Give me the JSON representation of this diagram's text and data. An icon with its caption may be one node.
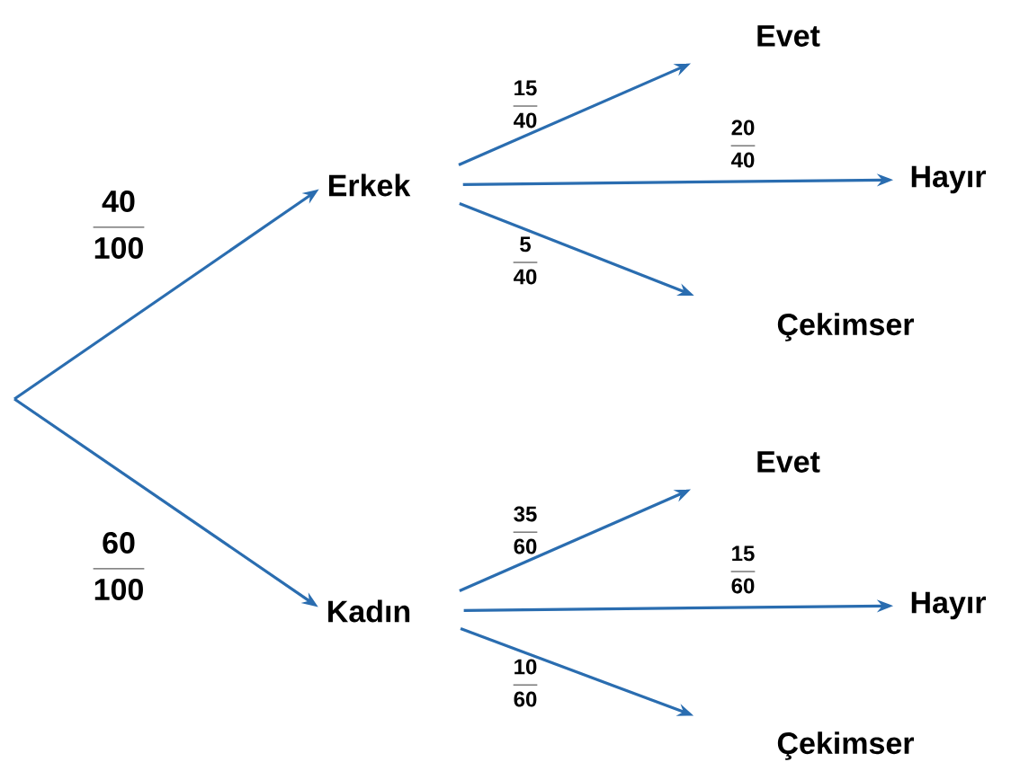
{
  "diagram": {
    "nodes": [
      {
        "text": [
          "Erkek"
        ]
      },
      {
        "text": [
          "Kadın"
        ]
      },
      {
        "text": [
          "Evet"
        ]
      },
      {
        "text": [
          "Hayır"
        ]
      },
      {
        "text": [
          "Çekimser"
        ]
      },
      {
        "text": [
          "Evet"
        ]
      },
      {
        "text": [
          "Hayır"
        ]
      },
      {
        "text": [
          "Çekimser"
        ]
      }
    ],
    "edges": [
      {
        "from": null,
        "to": 0,
        "arrow": "to",
        "label": "\\frac{\\textbf{40}}{\\textbf{100}}"
      },
      {
        "from": null,
        "to": 1,
        "arrow": "to",
        "label": "\\frac{\\textbf{60}}{\\textbf{100}}"
      },
      {
        "from": 0,
        "to": 2,
        "arrow": "to",
        "label": "\\frac{\\textbf{15}}{\\textbf{40}}"
      },
      {
        "from": 0,
        "to": 3,
        "arrow": "to",
        "label": "\\frac{\\textbf{20}}{\\textbf{40}}"
      },
      {
        "from": 0,
        "to": 4,
        "arrow": "to",
        "label": "\\frac{\\textbf{5}}{\\textbf{40}}"
      },
      {
        "from": 1,
        "to": 5,
        "arrow": "to",
        "label": "\\frac{\\textbf{35}}{\\textbf{60}}"
      },
      {
        "from": 1,
        "to": 6,
        "arrow": "to",
        "label": "\\frac{\\textbf{15}}{\\textbf{60}}"
      },
      {
        "from": 1,
        "to": 7,
        "arrow": "to",
        "label": "\\frac{\\textbf{10}}{\\textbf{60}}"
      }
    ]
  }
}
